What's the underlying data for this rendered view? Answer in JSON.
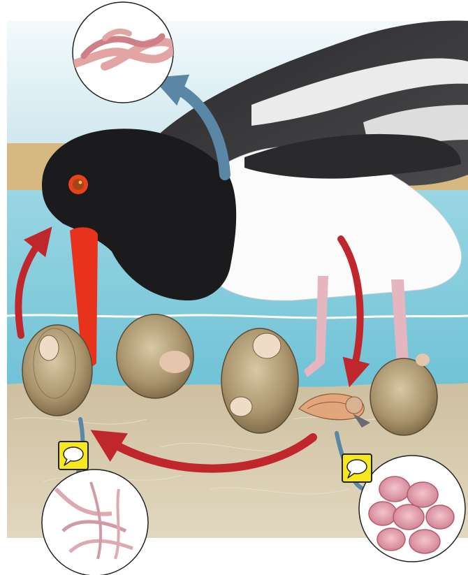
{
  "diagram": {
    "description_free": true,
    "nodes": [
      {
        "id": "oystercatcher",
        "icon": "oystercatcher-bird-icon"
      },
      {
        "id": "cockle-1",
        "icon": "cockle-shell-icon"
      },
      {
        "id": "cockle-2",
        "icon": "cockle-shell-icon"
      },
      {
        "id": "cockle-3",
        "icon": "cockle-shell-icon"
      },
      {
        "id": "cockle-4",
        "icon": "cockle-shell-icon"
      },
      {
        "id": "mudsnail",
        "icon": "mudsnail-icon"
      },
      {
        "id": "trematode-worms",
        "icon": "adult-worm-icon"
      },
      {
        "id": "cercariae",
        "icon": "cercaria-larva-icon"
      },
      {
        "id": "eggs",
        "icon": "egg-cluster-icon"
      }
    ],
    "flows": [
      {
        "from": "oystercatcher",
        "to": "trematode-worms",
        "color": "#5a87a6"
      },
      {
        "from": "cockle-1",
        "to": "oystercatcher",
        "color": "#c0272d"
      },
      {
        "from": "oystercatcher",
        "to": "mudsnail",
        "color": "#c0272d"
      },
      {
        "from": "mudsnail",
        "to": "cockle-1",
        "color": "#c0272d"
      }
    ],
    "badges": [
      {
        "id": "badge-left",
        "icon": "speech-bubble-icon",
        "color": "#f6e81c"
      },
      {
        "id": "badge-right",
        "icon": "speech-bubble-icon",
        "color": "#f6e81c"
      }
    ]
  },
  "colors": {
    "sky": "#cfe7ee",
    "water": "#8cd1e0",
    "sand_strip": "#d7b880",
    "mud": "#c6b89d",
    "bird_black": "#1b1b1d",
    "beak": "#e8321c",
    "leg": "#e6b6c0",
    "red_arrow": "#c0272d",
    "blue_arrow": "#5a87a6",
    "shell": "#b19f7d",
    "worm_pink": "#e3a4a4",
    "egg_pink": "#e2a0ad",
    "badge_yellow": "#f6e81c"
  }
}
